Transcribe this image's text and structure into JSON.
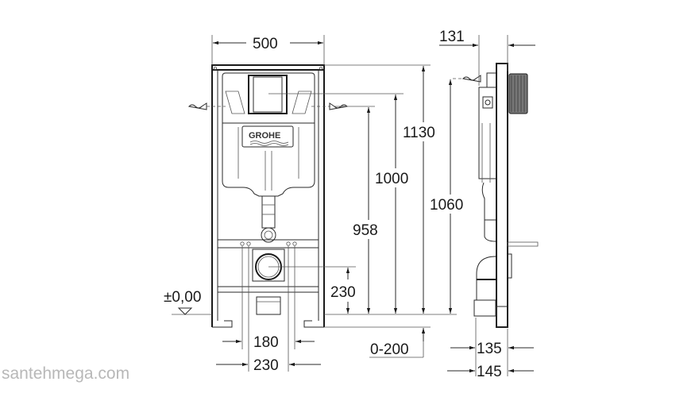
{
  "drawing": {
    "brand_logo": "GROHE",
    "views": [
      "front-view",
      "side-view"
    ],
    "dimensions_mm": {
      "frame_width": "500",
      "wall_offset_top": "131",
      "frame_height": "1130",
      "flush_plate_height": "1000",
      "water_inlet_height": "958",
      "side_inlet_height": "1060",
      "drain_height": "230",
      "bolt_spacing_inner": "180",
      "bolt_spacing_outer": "230",
      "floor_level": "±0,00",
      "leg_adjustment": "0-200",
      "depth_min": "135",
      "depth_max": "145"
    }
  },
  "watermark": "santehmega.com",
  "colors": {
    "line": "#1a1a1a",
    "watermark": "#b8b8b8",
    "background": "#ffffff"
  }
}
